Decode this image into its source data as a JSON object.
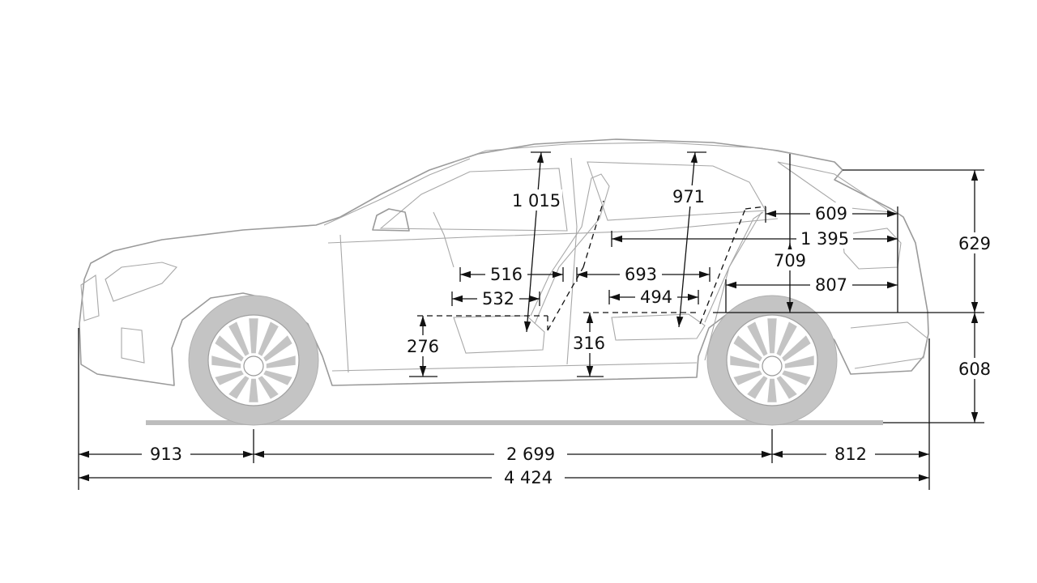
{
  "dimensions": {
    "front_overhang": "913",
    "wheelbase": "2 699",
    "rear_overhang": "812",
    "overall_length": "4 424",
    "roof_to_beltline_height": "629",
    "beltline_to_ground_height": "608",
    "front_headroom": "1 015",
    "rear_headroom": "971",
    "front_seat_depth_1": "516",
    "front_seat_depth_2": "532",
    "rear_seat_depth_1": "693",
    "rear_seat_depth_2": "494",
    "front_seat_height": "276",
    "rear_seat_height": "316",
    "load_opening_height": "709",
    "load_floor_length_1": "609",
    "load_floor_length_2": "1 395",
    "load_floor_length_3": "807"
  },
  "colors": {
    "car_outline": "#9a9a9a",
    "wheels": "#c4c4c4",
    "dimension_lines": "#111111",
    "background": "#ffffff"
  }
}
